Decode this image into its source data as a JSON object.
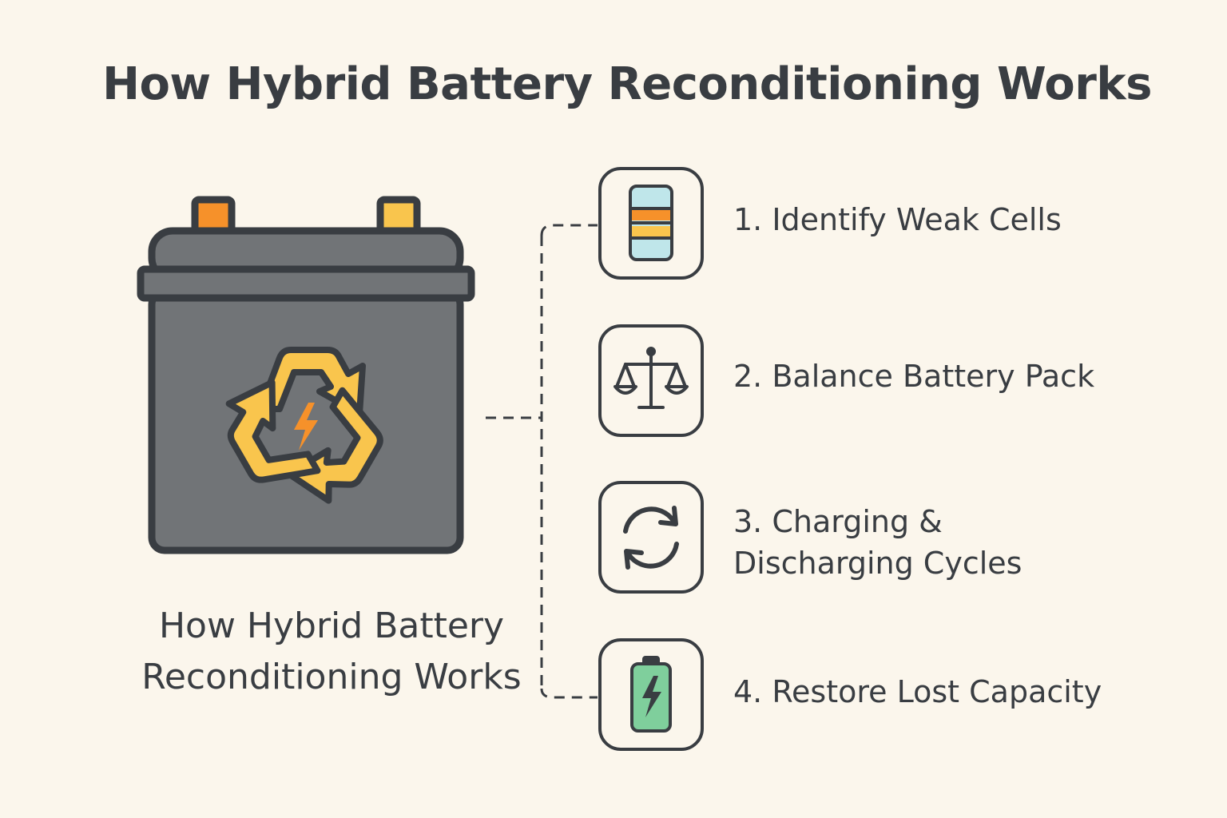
{
  "title": "How Hybrid Battery Reconditioning Works",
  "battery": {
    "caption_line1": "How Hybrid Battery",
    "caption_line2": "Reconditioning Works",
    "icon": "recycle-battery-icon"
  },
  "steps": [
    {
      "label": "1. Identify Weak Cells",
      "icon": "battery-cells-icon"
    },
    {
      "label": "2. Balance Battery Pack",
      "icon": "balance-scale-icon"
    },
    {
      "label_line1": "3. Charging &",
      "label_line2": "Discharging Cycles",
      "icon": "refresh-cycle-icon"
    },
    {
      "label": "4. Restore Lost Capacity",
      "icon": "charging-battery-icon"
    }
  ],
  "colors": {
    "background": "#fbf6ec",
    "outline": "#393d42",
    "battery_body": "#717477",
    "recycle_yellow": "#f9c54d",
    "terminal_orange": "#f6912a",
    "cell_blue": "#bfe6ea",
    "charge_green": "#7fcf9c"
  }
}
